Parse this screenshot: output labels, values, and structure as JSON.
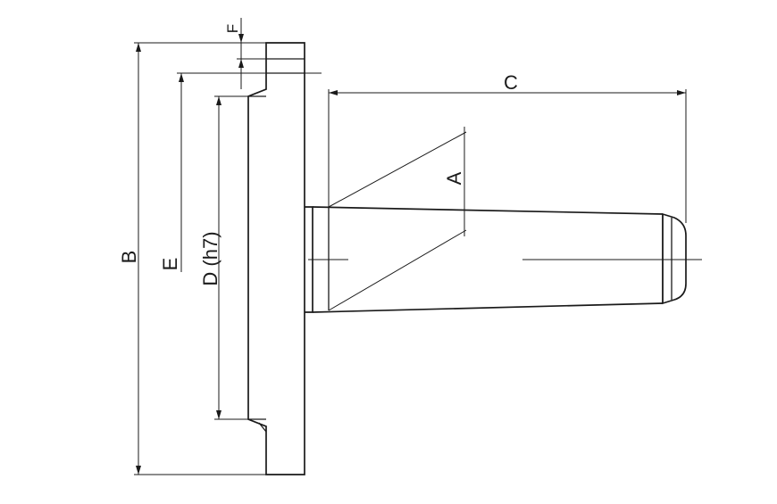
{
  "labels": {
    "A": "A",
    "B": "B",
    "C": "C",
    "D": "D (h7)",
    "E": "E",
    "F": "F"
  },
  "colors": {
    "line": "#1a1a1a",
    "background": "#ffffff"
  }
}
